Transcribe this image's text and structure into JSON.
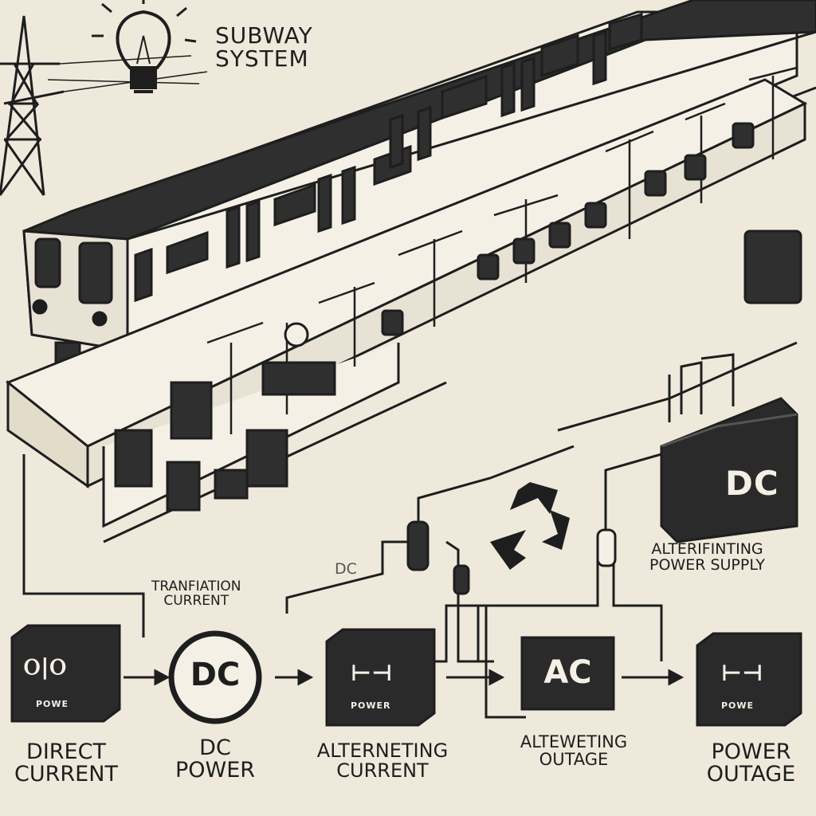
{
  "title": {
    "line1": "SUBWAY",
    "line2": "SYSTEM"
  },
  "side_labels": {
    "dc_wire": "DC",
    "transfiation_line1": "TRANFIATION",
    "transfiation_line2": "CURRENT",
    "supply_line1": "ALTERIFINTING",
    "supply_line2": "POWER SUPPLY",
    "battery": "DC"
  },
  "nodes": [
    {
      "id": "direct-current",
      "symbol": "ⲟ|ⲟ",
      "caption": "POWE",
      "label_line1": "DIRECT",
      "label_line2": "CURRENT"
    },
    {
      "id": "dc-power",
      "symbol": "DC",
      "caption": "",
      "label_line1": "DC",
      "label_line2": "POWER"
    },
    {
      "id": "alternating-current",
      "symbol": "⊢⊣",
      "caption": "POWER",
      "label_line1": "ALTERNETING",
      "label_line2": "CURRENT"
    },
    {
      "id": "ac-outage",
      "symbol": "AC",
      "caption": "",
      "label_line1": "ALTEWETING",
      "label_line2": "OUTAGE"
    },
    {
      "id": "power-outage",
      "symbol": "⊢⊣",
      "caption": "POWE",
      "label_line1": "POWER",
      "label_line2": "OUTAGE"
    }
  ],
  "colors": {
    "background": "#efe9dc",
    "ink": "#1e1e1e",
    "box_fill": "#2a2a2a",
    "paper": "#f4f0e6"
  },
  "icons": [
    "lightbulb-icon",
    "power-pylon-icon",
    "recycle-icon",
    "subway-train",
    "battery-icon"
  ]
}
